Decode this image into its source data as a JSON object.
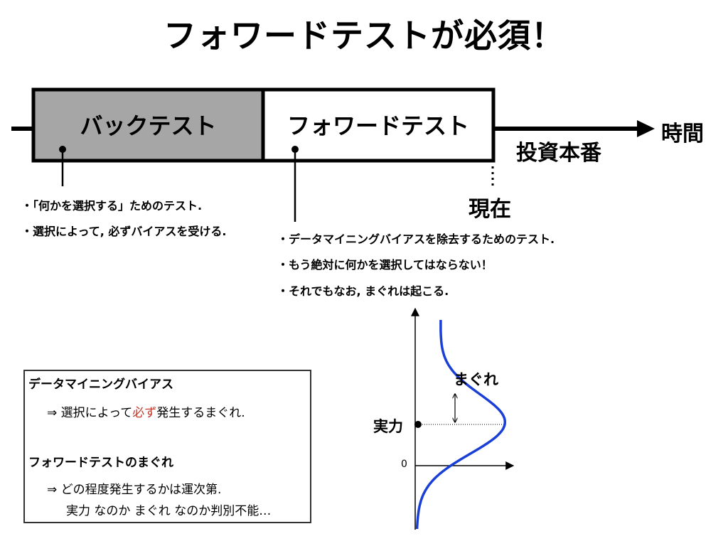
{
  "title": "フォワードテストが必須！",
  "timeline": {
    "backtest_label": "バックテスト",
    "forwardtest_label": "フォワードテスト",
    "time_label": "時間",
    "live_label": "投資本番",
    "now_label": "現在",
    "colors": {
      "backtest_fill": "#a6a6a6",
      "stroke": "#000000"
    }
  },
  "backtest_notes": [
    "・「何かを選択する」ためのテスト.",
    "・選択によって, 必ずバイアスを受ける."
  ],
  "forward_notes": [
    "・データマイニングバイアスを除去するためのテスト.",
    "・もう絶対に何かを選択してはならない！",
    "・それでもなお, まぐれは起こる."
  ],
  "info_box": {
    "heading1": "データマイニングバイアス",
    "line1_prefix": "⇒ 選択によって",
    "line1_red": "必ず",
    "line1_suffix": "発生するまぐれ.",
    "heading2": "フォワードテストのまぐれ",
    "line2": "⇒ どの程度発生するかは運次第.",
    "line3": "実力 なのか まぐれ なのか判別不能…",
    "colors": {
      "emphasis": "#c0392b",
      "border": "#333333"
    }
  },
  "graph": {
    "fluke_label": "まぐれ",
    "skill_label": "実力",
    "zero_label": "0",
    "curve_color": "#1a3fd6"
  }
}
